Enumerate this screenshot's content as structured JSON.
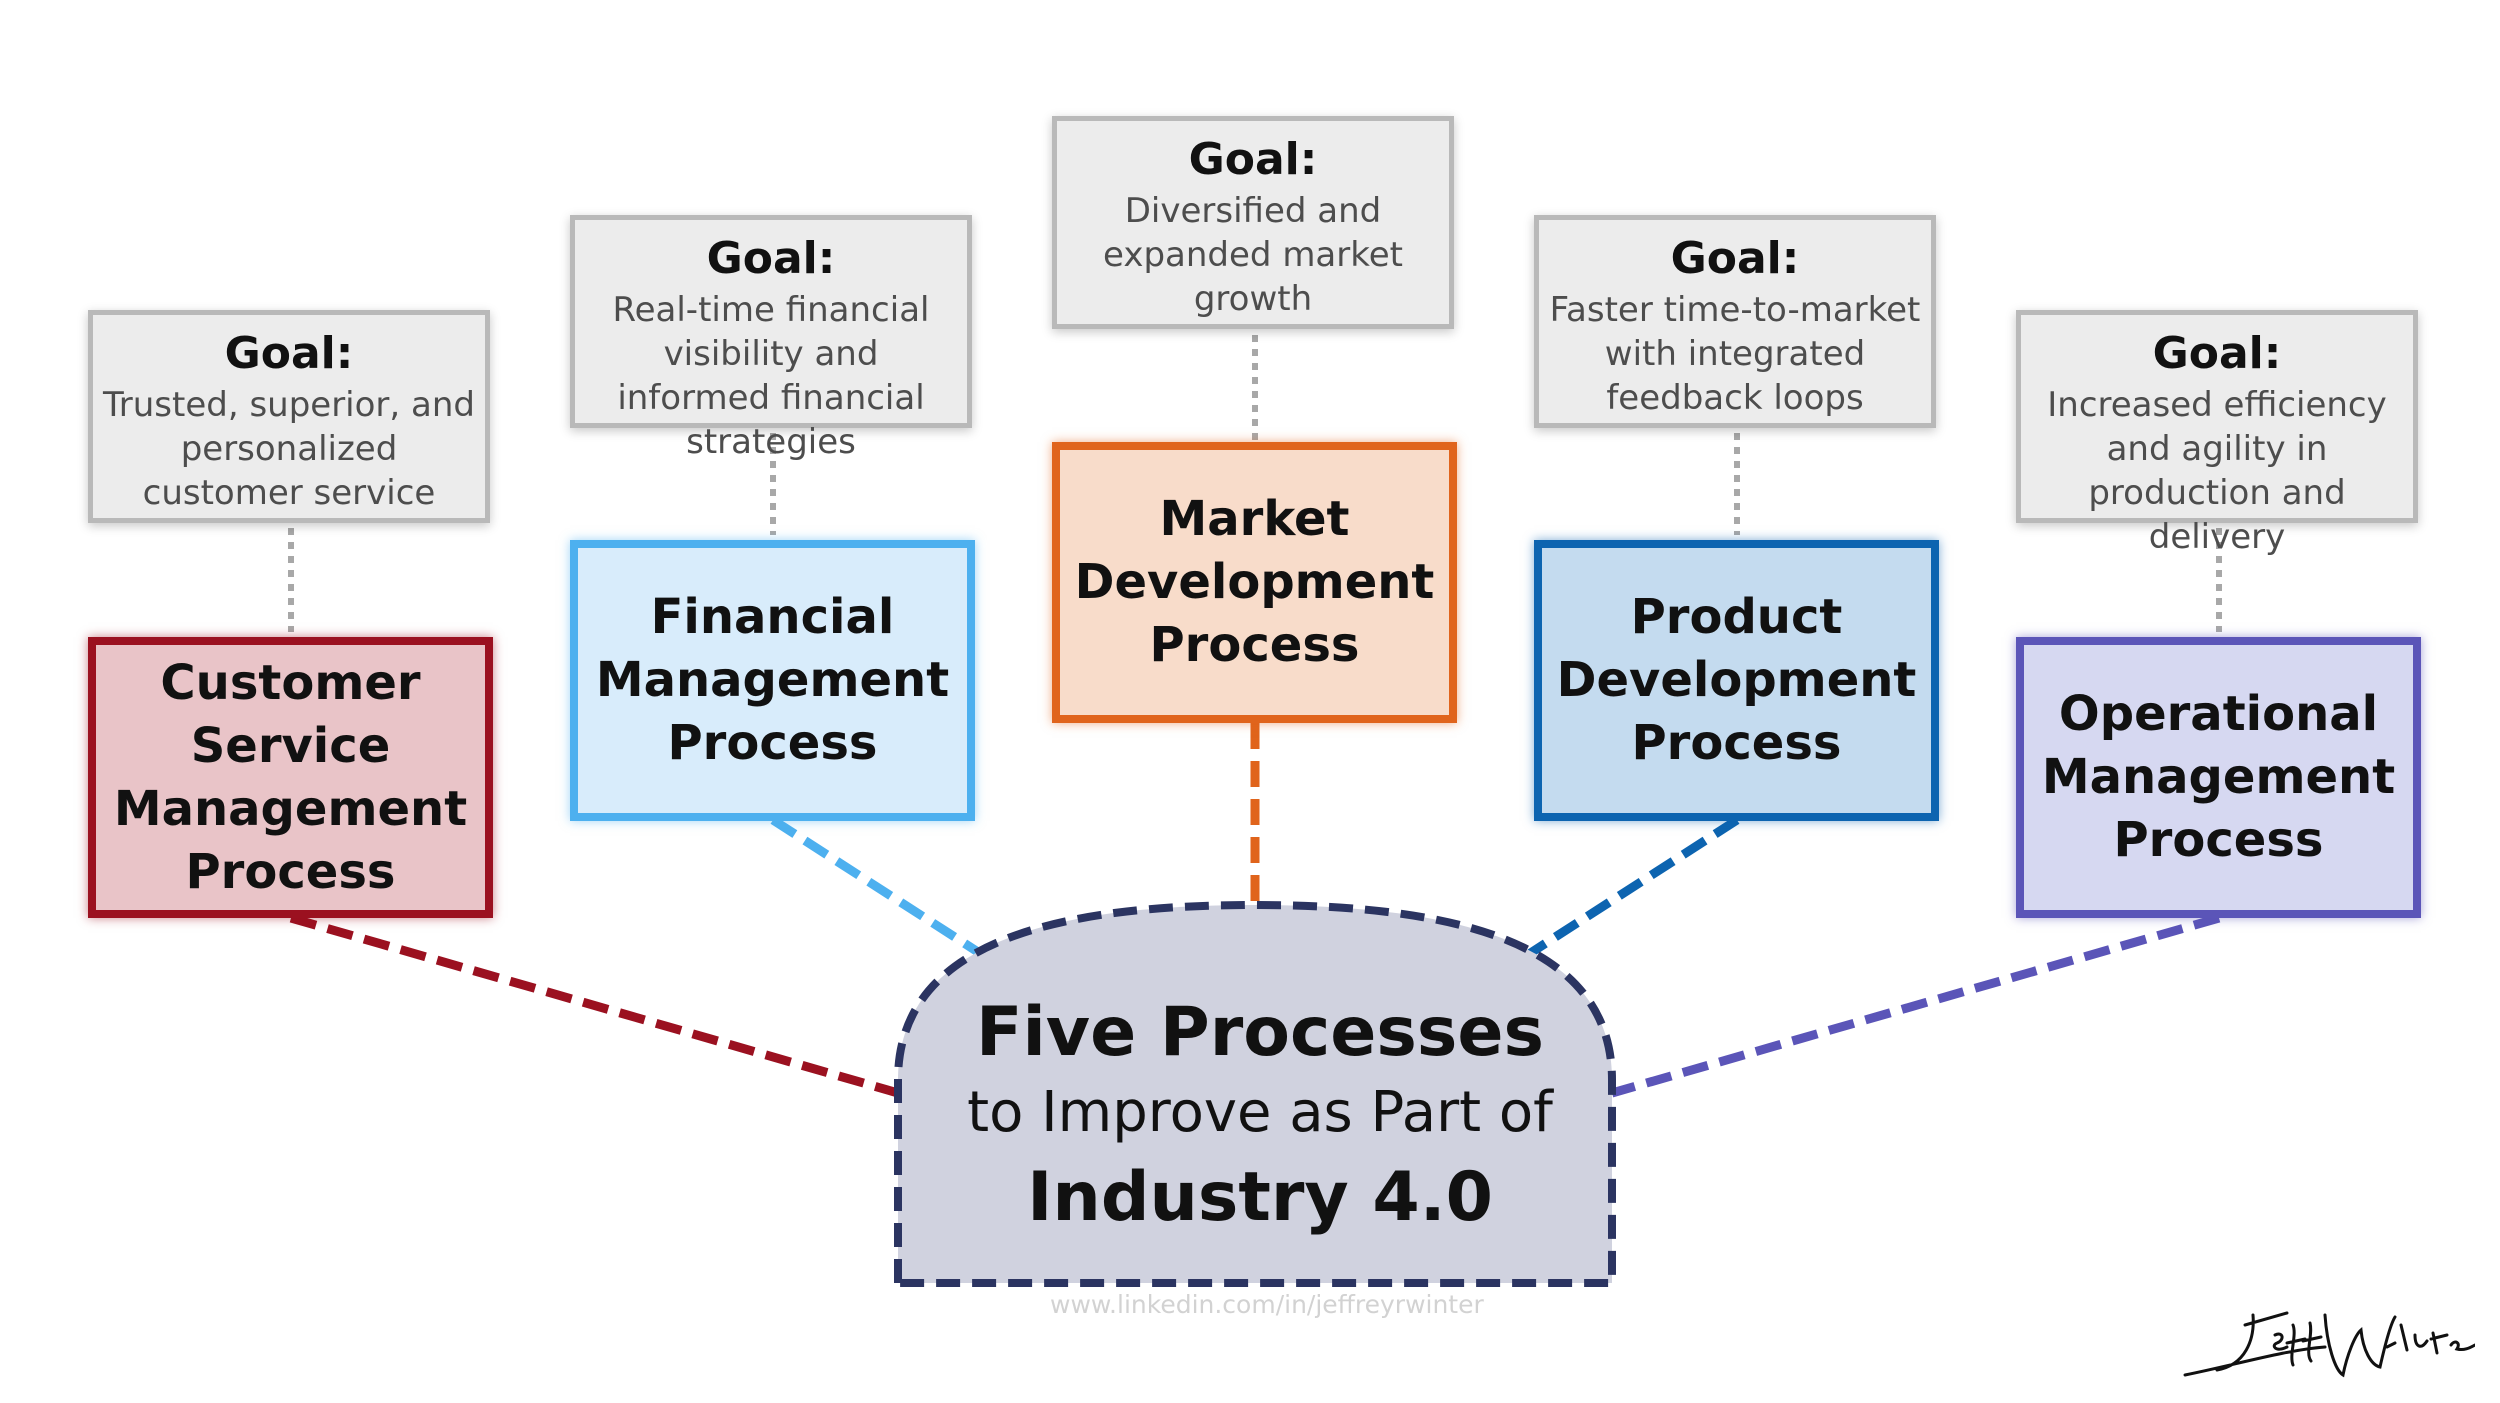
{
  "goal_label": "Goal:",
  "processes": [
    {
      "name": "Customer\nService\nManagement\nProcess",
      "goal": "Trusted, superior, and personalized customer service",
      "border_color": "#9b1120",
      "fill_color": "#e9c4c8"
    },
    {
      "name": "Financial\nManagement\nProcess",
      "goal": "Real-time financial visibility and informed financial strategies",
      "border_color": "#4db0ef",
      "fill_color": "#d8ecfb"
    },
    {
      "name": "Market\nDevelopment\nProcess",
      "goal": "Diversified and expanded market growth",
      "border_color": "#e0641c",
      "fill_color": "#f8dcca"
    },
    {
      "name": "Product\nDevelopment\nProcess",
      "goal": "Faster time-to-market with integrated feedback loops",
      "border_color": "#0d64b0",
      "fill_color": "#c4dbef"
    },
    {
      "name": "Operational\nManagement\nProcess",
      "goal": "Increased efficiency and agility in production and delivery",
      "border_color": "#5b55b8",
      "fill_color": "#d6d8f1"
    }
  ],
  "hub": {
    "line1": "Five Processes",
    "line2": "to Improve as Part of",
    "line3": "Industry 4.0",
    "border_color": "#2b3461",
    "fill_color": "#d0d2df"
  },
  "watermark": "www.linkedin.com/in/jeffreyrwinter",
  "signature": "Jeff Winter"
}
